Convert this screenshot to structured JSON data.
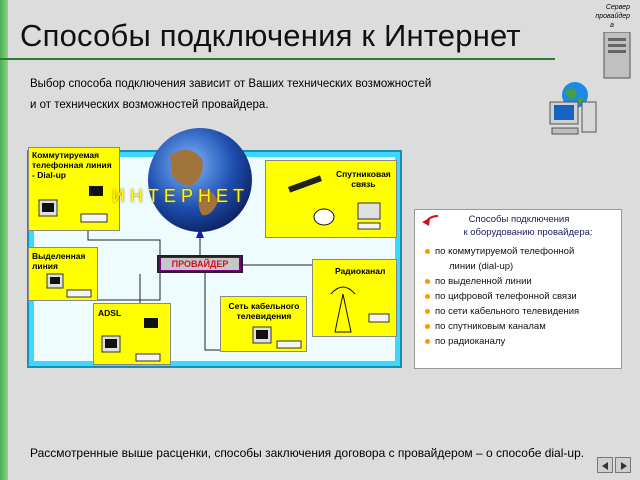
{
  "slide": {
    "title": "Способы подключения к Интернет",
    "intro_line1": "Выбор способа подключения зависит от Ваших технических возможностей",
    "intro_line2": "и от технических возможностей провайдера.",
    "footer": "Рассмотренные выше расценки, способы заключения договора с провайдером – о  способе  dial-up."
  },
  "corner": {
    "server_label_line1": "Сервер",
    "server_label_line2": "провайдер",
    "server_label_line3": "а"
  },
  "diagram": {
    "internet_label": "ИНТЕРНЕТ",
    "provider_label": "ПРОВАЙДЕР",
    "boxes": {
      "dialup_line1": "Коммутируемая",
      "dialup_line2": "телефонная линия",
      "dialup_line3": " - Dial-up",
      "satellite_line1": "Спутниковая",
      "satellite_line2": "связь",
      "leased_line1": "Выделенная",
      "leased_line2": "линия",
      "radio": "Радиоканал",
      "adsl": "ADSL",
      "cable_line1": "Сеть кабельного",
      "cable_line2": "телевидения"
    }
  },
  "methods": {
    "heading_line1": "Способы подключения",
    "heading_line2": "к оборудованию провайдера:",
    "items": [
      "по коммутируемой телефонной",
      "линии  (dial-up)",
      "по выделенной линии",
      "по цифровой телефонной связи",
      "по сети кабельного телевидения",
      "по спутниковым каналам",
      "по радиоканалу"
    ]
  },
  "colors": {
    "accent_green": "#2e7d32",
    "panel_cyan": "#2fd6ff",
    "box_yellow": "#ffff00",
    "bullet_orange": "#ff9800"
  },
  "icons": [
    "server-icon",
    "globe-icon",
    "computer-icon",
    "back-arrow-icon",
    "prev-slide-icon",
    "next-slide-icon"
  ]
}
